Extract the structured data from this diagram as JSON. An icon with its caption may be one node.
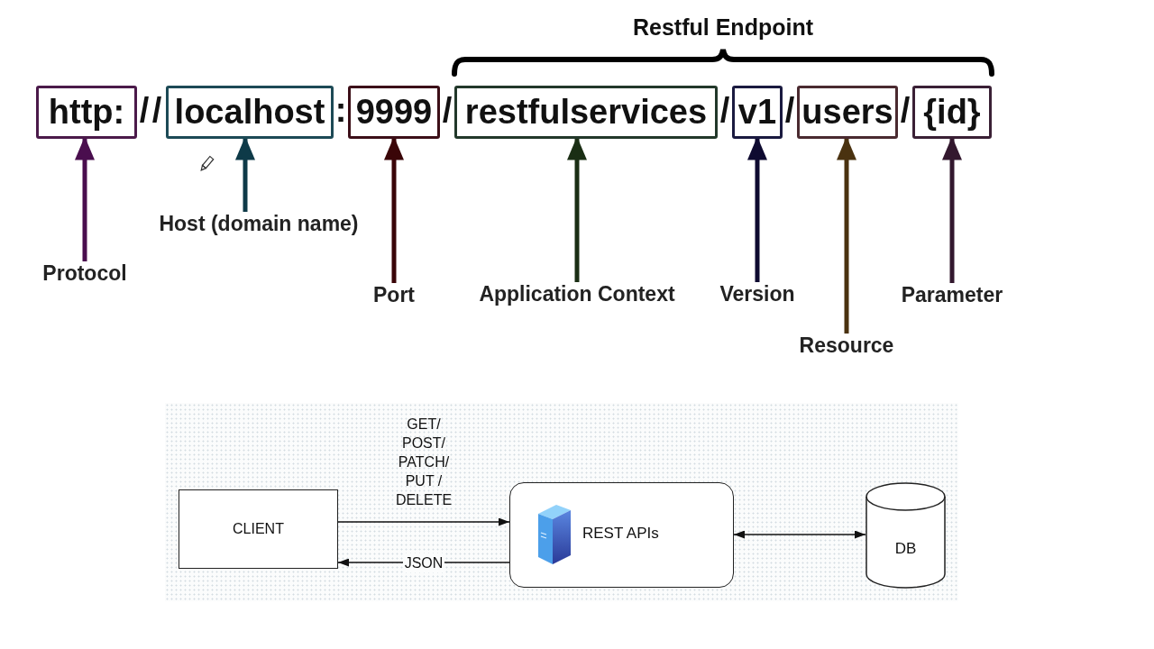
{
  "diagram": {
    "nodes": [
      {
        "text": [
          "http:"
        ]
      },
      {
        "text": [
          "localhost"
        ]
      },
      {
        "text": [
          "9999"
        ]
      },
      {
        "text": [
          "restfulservices"
        ]
      },
      {
        "text": [
          "v1"
        ]
      },
      {
        "text": [
          "users"
        ]
      },
      {
        "text": [
          "{id}"
        ]
      },
      {
        "text": [
          "Protocol"
        ]
      },
      {
        "text": [
          "Host (domain name)"
        ]
      },
      {
        "text": [
          "Port"
        ]
      },
      {
        "text": [
          "Application Context"
        ]
      },
      {
        "text": [
          "Version"
        ]
      },
      {
        "text": [
          "Resource"
        ]
      },
      {
        "text": [
          "Parameter"
        ]
      },
      {
        "text": [
          "CLIENT"
        ]
      },
      {
        "text": [
          "REST APIs"
        ]
      },
      {
        "text": [
          "DB"
        ]
      }
    ],
    "edges": [
      {
        "from": 7,
        "to": 0,
        "arrow": "to",
        "color": "#4a0e4e"
      },
      {
        "from": 8,
        "to": 1,
        "arrow": "to",
        "color": "#0e3a48"
      },
      {
        "from": 9,
        "to": 2,
        "arrow": "to",
        "color": "#3a0508"
      },
      {
        "from": 10,
        "to": 3,
        "arrow": "to",
        "color": "#1a2e14"
      },
      {
        "from": 11,
        "to": 4,
        "arrow": "to",
        "color": "#0e0a30"
      },
      {
        "from": 12,
        "to": 5,
        "arrow": "to",
        "color": "#4a3210"
      },
      {
        "from": 13,
        "to": 6,
        "arrow": "to",
        "color": "#33182e"
      },
      {
        "from": 14,
        "to": 15,
        "arrow": "to",
        "label": "GET/ POST/ PATCH/ PUT / DELETE"
      },
      {
        "from": 15,
        "to": 14,
        "arrow": "to",
        "label": "JSON"
      },
      {
        "from": 15,
        "to": 16,
        "arrow": "both"
      }
    ],
    "labels": [
      "Restful Endpoint",
      "/",
      "/",
      ":",
      "/",
      "/",
      "/",
      "/"
    ]
  }
}
